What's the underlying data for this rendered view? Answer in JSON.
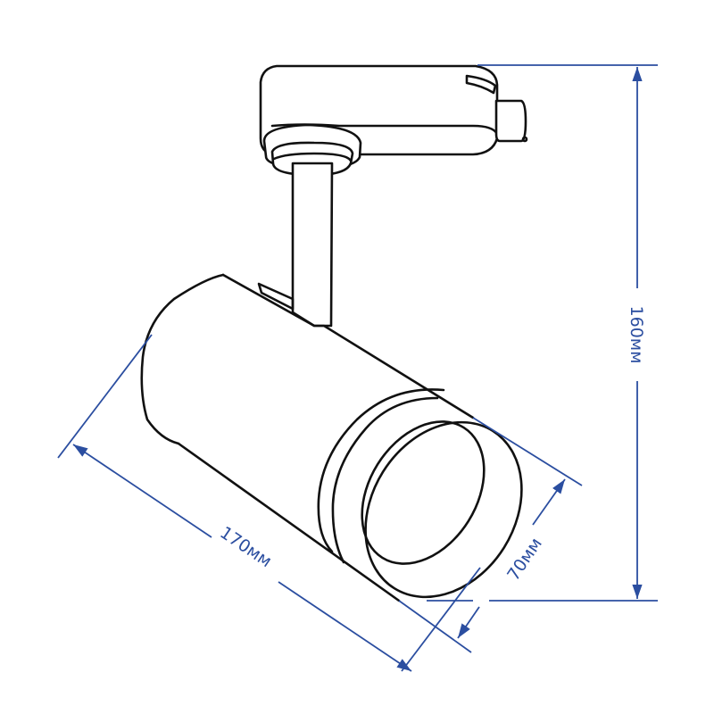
{
  "dimensions": {
    "height": "160мм",
    "length": "170мм",
    "diameter": "70мм"
  },
  "colors": {
    "outline": "#111111",
    "dimension": "#2b4ea0",
    "background": "#ffffff"
  }
}
